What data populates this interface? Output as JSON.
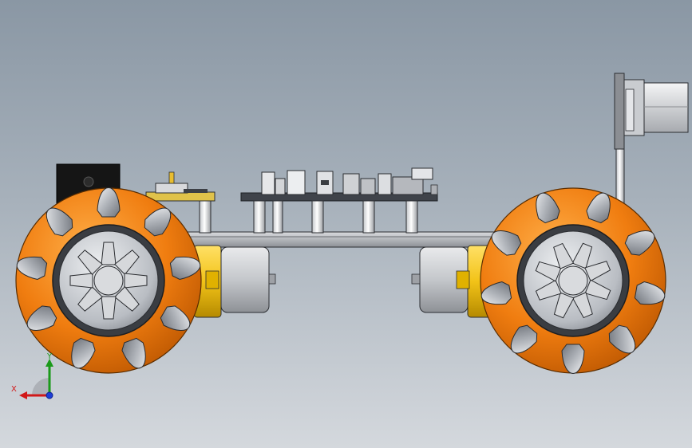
{
  "viewport": {
    "background_top": "#8a97a4",
    "background_bottom": "#d4d8dd"
  },
  "model": {
    "description_icon": "mecanum-wheel-robot-car-side-view",
    "colors": {
      "wheel_orange": "#f07d10",
      "roller_gray": "#b8bcc2",
      "hub_gray": "#c9cbcf",
      "motor_yellow": "#f2c318",
      "chassis_gray": "#a3a6aa",
      "pcb_dark": "#4a4e55",
      "bracket_black": "#151515"
    }
  },
  "triad": {
    "y_label": "Y",
    "x_label": "X",
    "y_color": "#1a9a1a",
    "x_color": "#d11818",
    "z_color": "#1c3ed6"
  }
}
